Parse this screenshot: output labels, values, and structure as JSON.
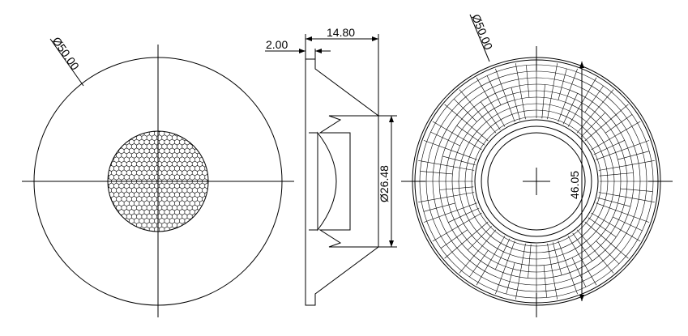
{
  "title": "Lens technical drawing",
  "front_view": {
    "diameter_label": "Ø50.00"
  },
  "section_view": {
    "flange_label": "2.00",
    "height_label": "14.80",
    "inner_diameter_label": "Ø26.48"
  },
  "back_view": {
    "diameter_label": "Ø50.00",
    "inner_dimension_label": "46.05"
  },
  "colors": {
    "line": "#000000",
    "background": "#ffffff"
  }
}
